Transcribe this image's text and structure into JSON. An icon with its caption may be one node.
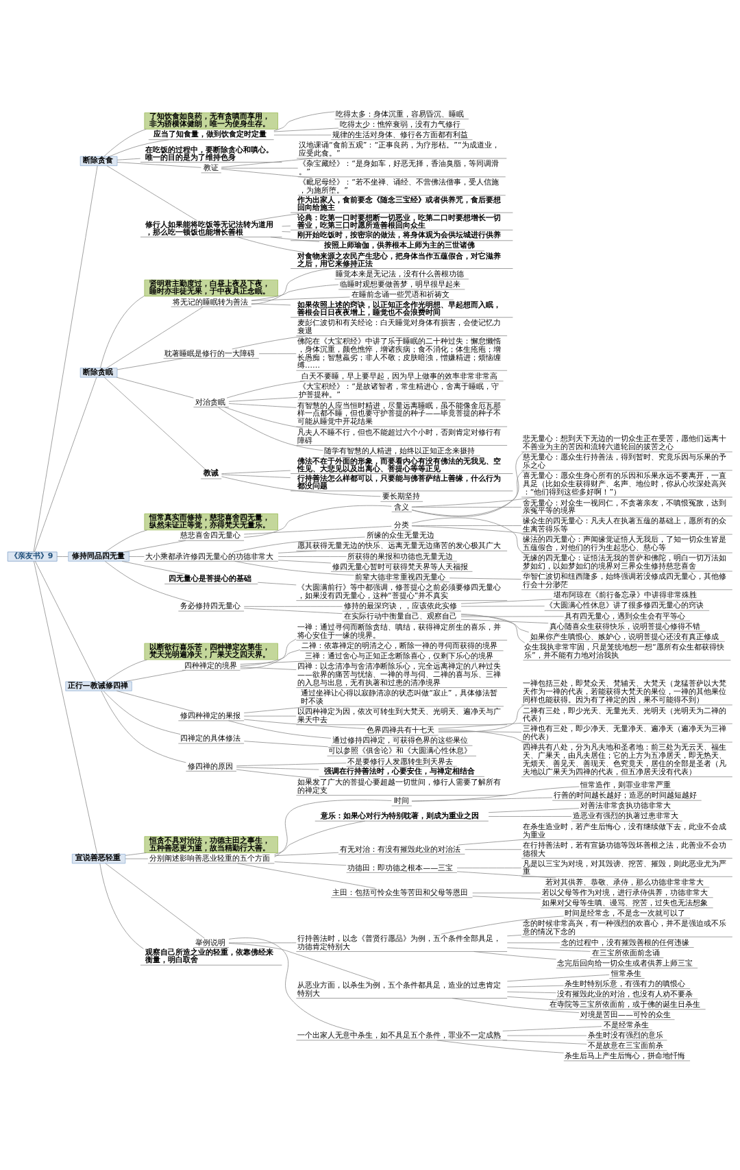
{
  "diagram": {
    "nodes": [
      {
        "text": [
          "《亲友书》9"
        ]
      },
      {
        "text": [
          "断除贪食"
        ]
      },
      {
        "text": [
          "了知饮食如良药，无有贪嗔而享用，非为骄横体健朗，唯一为使身生存。"
        ]
      },
      {
        "text": [
          "应当了知食量，做到饮食定时定量"
        ]
      },
      {
        "text": [
          "吃得太多：身体沉重，容易昏沉、睡眠"
        ]
      },
      {
        "text": [
          "吃得太少：憔悴衰弱，没有力气修行"
        ]
      },
      {
        "text": [
          "规律的生活对身体、修行各方面都有利益"
        ]
      },
      {
        "text": [
          "在吃饭的过程中，要断除贪心和嗔心。唯一的目的是为了维持色身"
        ]
      },
      {
        "text": [
          "教证"
        ]
      },
      {
        "text": [
          "汉地课诵“食前五观”：“正事良药，为疗形枯。”“为成道业，应受此食。”"
        ]
      },
      {
        "text": [
          "《杂宝藏经》：“是身如车，好恶无择，香油臭脂，等同调滑。”"
        ]
      },
      {
        "text": [
          "《毗尼母经》：“若不坐禅、诵经、不营佛法僧事，受人信施，为施所堕。”"
        ]
      },
      {
        "text": [
          "修行人如果能将吃饭等无记法转为道用，那么吃一顿饭也能增长善根"
        ]
      },
      {
        "text": [
          "作为出家人，食前要念《随念三宝经》或者供养咒，食后要想回向给施主"
        ]
      },
      {
        "text": [
          "论典：吃第一口时要想断一切恶业，吃第二口时要想增长一切善业，吃第三口时愿所造善根回向众生"
        ]
      },
      {
        "text": [
          "刚开始吃饭时，按密宗的做法，将身体观为会供坛城进行供养"
        ]
      },
      {
        "text": [
          "按照上师瑜伽，供养根本上师为主的三世诸佛"
        ]
      },
      {
        "text": [
          "对食物来源之农民产生悲心，把身体当作五蕴假合，对它滋养之后，用它来修持正法"
        ]
      },
      {
        "text": [
          "断除贪眠"
        ]
      },
      {
        "text": [
          "贤明君主勤度过，白昼上夜及下夜，睡时亦非徒无果，于中夜具正念眠。"
        ]
      },
      {
        "text": [
          "将无记的睡眠转为善法"
        ]
      },
      {
        "text": [
          "睡觉本来是无记法，没有什么善根功德"
        ]
      },
      {
        "text": [
          "临睡时观想要做善梦，明早很早起来"
        ]
      },
      {
        "text": [
          "在睡前念诵一些咒语和祈祷文"
        ]
      },
      {
        "text": [
          "如果依照上述的窍诀，以正知正念作光明想、早起想而入眠，善根会日日夜夜增上，睡觉也不会浪费时间"
        ]
      },
      {
        "text": [
          "耽著睡眠是修行的一大障碍"
        ]
      },
      {
        "text": [
          "麦彭仁波切和有关经论：白天睡觉对身体有损害，会使记忆力衰退"
        ]
      },
      {
        "text": [
          "佛陀在《大宝积经》中讲了乐于睡眠的二十种过失：懈怠懒惰，身体沉重，颜色憔悴，增诸疾病；食不消化；体生疮疱；增长愚痴；智慧羸劣；非人不敬；皮肤暗浊，憎嫌精进；烦恼缠缚……"
        ]
      },
      {
        "text": [
          "对治贪眠"
        ]
      },
      {
        "text": [
          "白天不要睡，早上要早起，因为早上做事的效率非常非常高"
        ]
      },
      {
        "text": [
          "《大宝积经》：“是故诸智者，常生精进心，舍离于睡眠，守护菩提种。”"
        ]
      },
      {
        "text": [
          "有智慧的人应当恒时精进，尽量远离睡眠，虽不能像金厄瓦那样一点都不睡，但也要守护菩提的种子——毕竟菩提的种子不可能从睡觉中开花结果"
        ]
      },
      {
        "text": [
          "凡夫人不睡不行，但也不能超过六个小时，否则肯定对修行有障碍"
        ]
      },
      {
        "text": [
          "随学有智慧的人精进，始终以正知正念来摄持"
        ]
      },
      {
        "text": [
          "教诫"
        ]
      },
      {
        "text": [
          "佛法不在于外面的形象，而要看内心有没有佛法的无我见、空性见、大悲见以及出离心、菩提心等等正见"
        ]
      },
      {
        "text": [
          "行持善法怎么样都可以，只要能与佛菩萨结上善缘，什么行为都没问题"
        ]
      },
      {
        "text": [
          "要长期坚持"
        ]
      },
      {
        "text": [
          "修持同品四无量"
        ]
      },
      {
        "text": [
          "恒常真实而修持，慈悲喜舍四无量，纵然未证正等觉，亦得梵天无量乐。"
        ]
      },
      {
        "text": [
          "慈悲喜舍四无量心"
        ]
      },
      {
        "text": [
          "含义"
        ]
      },
      {
        "text": [
          "悲无量心：想到天下无边的一切众生正在受苦，愿他们远离十不善业为主的苦因和流转六道轮回的拔苦之心"
        ]
      },
      {
        "text": [
          "慈无量心：愿众生行持善法，得到暂时、究竟乐因与乐果的予乐之心"
        ]
      },
      {
        "text": [
          "喜无量心：愿众生身心所有的乐因和乐果永远不要离开，一直具足（比如众生获得财产、名声、地位时，你从心坎深处高兴：“他们得到这些多好啊！”）"
        ]
      },
      {
        "text": [
          "舍无量心：对众生一视同仁，不贪著亲友，不嗔恨冤敌，达到亲冤平等的境界"
        ]
      },
      {
        "text": [
          "分类"
        ]
      },
      {
        "text": [
          "缘众生的四无量心：凡夫人在执著五蕴的基础上，愿所有的众生离苦得乐等"
        ]
      },
      {
        "text": [
          "缘法的四无量心：声闻缘觉证悟人无我后，了知一切众生皆是五蕴假合，对他们的行为生起悲心、慈心等"
        ]
      },
      {
        "text": [
          "无缘的四无量心：证悟法无我的菩萨和佛陀，明白一切万法如梦如幻，以如梦如幻的境界对三界众生修持慈悲喜舍"
        ]
      },
      {
        "text": [
          "大小乘都承许修四无量心的功德非常大"
        ]
      },
      {
        "text": [
          "所缘的众生无量无边"
        ]
      },
      {
        "text": [
          "愿其获得无量无边的快乐、远离无量无边痛苦的发心极其广大"
        ]
      },
      {
        "text": [
          "所获得的果报和功德也无量无边"
        ]
      },
      {
        "text": [
          "修四无量心暂时可获得梵天界等人天福报"
        ]
      },
      {
        "text": [
          "前辈大德非常重视四无量心"
        ]
      },
      {
        "text": [
          "华智仁波切和纽西隆多，始终强调若没修成四无量心，其他修行会十分渺茫"
        ]
      },
      {
        "text": [
          "四无量心是菩提心的基础"
        ]
      },
      {
        "text": [
          "《大圆满前行》等中都强调，修菩提心之前必须要修四无量心，如果没有四无量心，这种“菩提心”并不真实"
        ]
      },
      {
        "text": [
          "务必修持四无量心"
        ]
      },
      {
        "text": [
          "修持的最深窍诀，，应该依此实修"
        ]
      },
      {
        "text": [
          "堪布阿琼在《前行备忘录》中讲得非常殊胜"
        ]
      },
      {
        "text": [
          "《大圆满心性休息》讲了很多修四无量心的窍诀"
        ]
      },
      {
        "text": [
          "在实际行动中衡量自己、观察自己"
        ]
      },
      {
        "text": [
          "具有四无量心，遇到众生会有平等心"
        ]
      },
      {
        "text": [
          "真心随喜众生获得快乐，说明菩提心修得不错"
        ]
      },
      {
        "text": [
          "如果你产生嗔恨心、嫉妒心，说明菩提心还没有真正修成"
        ]
      },
      {
        "text": [
          "众生我执非常牢固，只是笼统地想一想“愿所有众生都获得快乐”，并不能有力地对治我执"
        ]
      },
      {
        "text": [
          "正行—教诫修四禅"
        ]
      },
      {
        "text": [
          "以断欲行喜乐苦，四种禅定次第生，梵天光明遍净天，广果天之四天界。"
        ]
      },
      {
        "text": [
          "四种禅定的境界"
        ]
      },
      {
        "text": [
          "一禅：通过寻伺而断除贪结、嗔结，获得禅定所生的喜乐，并将心安住于一缘的境界。"
        ]
      },
      {
        "text": [
          "二禅：依靠禅定的明清之心，断除一禅的寻伺而获得的境界"
        ]
      },
      {
        "text": [
          "三禅：通过舍心与正知正念断除喜心，仅剩下乐心的境界"
        ]
      },
      {
        "text": [
          "四禅：以念清净与舍清净断除乐心，完全远离禅定的八种过失——欲界的痛苦与忧恼、一禅的寻与伺、二禅的喜与乐、三禅的入息与出息，无有执著和过患的清净境界"
        ]
      },
      {
        "text": [
          "修四种禅定的果报"
        ]
      },
      {
        "text": [
          "通过坐禅让心得以寂静清凉的状态叫做“寂止”，具体修法暂时不谈"
        ]
      },
      {
        "text": [
          "以四种禅定为因，依次可转生到大梵天、光明天、遍净天与广果天中去"
        ]
      },
      {
        "text": [
          "色界四禅共有十七天"
        ]
      },
      {
        "text": [
          "一禅包括三处，即梵众天、梵辅天、大梵天（龙猛菩萨以大梵天作为一禅的代表，若能获得大梵天的果位，一禅的其他果位同样也能获得。因为有了禅定的因，果不可能得不到）"
        ]
      },
      {
        "text": [
          "二禅有三处，即少光天、无量光天、光明天（光明天为二禅的代表）"
        ]
      },
      {
        "text": [
          "三禅也有三处，即少净天、无量净天、遍净天（遍净天为三禅的代表）"
        ]
      },
      {
        "text": [
          "四禅共有八处，分为凡夫地和圣者地：前三处为无云天、福生天、广果天，由凡夫居住；它的上方为五净居天，即无热天、无烦天、善见天、善现天、色究竟天，居住的全部是圣者（凡夫地以广果天为四禅的代表，但五净居天没有代表）"
        ]
      },
      {
        "text": [
          "通过修持四禅定，可获得色界的这些果位"
        ]
      },
      {
        "text": [
          "四禅定的具体修法"
        ]
      },
      {
        "text": [
          "可以参照《俱舍论》和《大圆满心性休息》"
        ]
      },
      {
        "text": [
          "修四禅的原因"
        ]
      },
      {
        "text": [
          "不是要修行人发愿转生到天界去"
        ]
      },
      {
        "text": [
          "强调在行持善法时，心要安住，与禅定相结合"
        ]
      },
      {
        "text": [
          "如果发了广大的菩提心要超越一切世间，修行人需要了解所有的禅定支"
        ]
      },
      {
        "text": [
          "宣说善恶轻重"
        ]
      },
      {
        "text": [
          "恒贪不具对治法，功德主田之事生，五种善恶更为重，故当精勤行大善。"
        ]
      },
      {
        "text": [
          "分别阐述影响善恶业轻重的五个方面"
        ]
      },
      {
        "text": [
          "时间"
        ]
      },
      {
        "text": [
          "恒常造作，则罪业非常严重"
        ]
      },
      {
        "text": [
          "行善的时间越长越好；造恶的时间越短越好"
        ]
      },
      {
        "text": [
          "意乐：如果心对行为特别耽著，则成为重业之因"
        ]
      },
      {
        "text": [
          "对善法非常贪执功德非常大"
        ]
      },
      {
        "text": [
          "造恶业有强烈的执著过患非常大"
        ]
      },
      {
        "text": [
          "有无对治：有没有摧毁此业的对治法"
        ]
      },
      {
        "text": [
          "在杀生造业时，若产生后悔心，没有继续做下去，此业不会成为重业"
        ]
      },
      {
        "text": [
          "在行持善法时，若有宣扬功德等毁坏善根之法，此善业不会功德很大"
        ]
      },
      {
        "text": [
          "功德田：即功德之根本——三宝"
        ]
      },
      {
        "text": [
          "凡是以三宝为对境，对其毁谤、挖苦、摧毁，则此恶业尤为严重"
        ]
      },
      {
        "text": [
          "若对其供养、恭敬、承侍，那么功德非常非常大"
        ]
      },
      {
        "text": [
          "主田：包括可怜众生等苦田和父母等恩田"
        ]
      },
      {
        "text": [
          "若以父母等作为对境，进行承侍供养，功德非常大"
        ]
      },
      {
        "text": [
          "如果对父母等生嗔、谩骂、挖苦，过失也无法想象"
        ]
      },
      {
        "text": [
          "举例说明"
        ]
      },
      {
        "text": [
          "行持善法时，以念《普贤行愿品》为例，五个条件全部具足，功德肯定特别大"
        ]
      },
      {
        "text": [
          "时间是经常念，不是念一次就可以了"
        ]
      },
      {
        "text": [
          "念的时候非常高兴，有一种强烈的欢喜心，并不是强迫或不乐意的情况下念的"
        ]
      },
      {
        "text": [
          "念的过程中，没有摧毁善根的任何违缘"
        ]
      },
      {
        "text": [
          "在三宝所依面前念诵"
        ]
      },
      {
        "text": [
          "念完后回向给一切众生或者供养上师三宝"
        ]
      },
      {
        "text": [
          "从恶业方面，以杀生为例，五个条件都具足，造业的过患肯定特别大"
        ]
      },
      {
        "text": [
          "恒常杀生"
        ]
      },
      {
        "text": [
          "杀生时特别乐意，有强有力的嗔恨心"
        ]
      },
      {
        "text": [
          "没有摧毁此业的对治，也没有人劝不要杀"
        ]
      },
      {
        "text": [
          "在寺院等三宝所依面前，或于佛的诞生日杀生"
        ]
      },
      {
        "text": [
          "对境是苦田——可怜的众生"
        ]
      },
      {
        "text": [
          "一个出家人无意中杀生，如不具足五个条件，罪业不一定成熟"
        ]
      },
      {
        "text": [
          "不是经常杀生"
        ]
      },
      {
        "text": [
          "杀生时没有强烈的意乐"
        ]
      },
      {
        "text": [
          "不是故意在三宝面前杀"
        ]
      },
      {
        "text": [
          "杀生后马上产生后悔心，拼命地忏悔"
        ]
      },
      {
        "text": [
          "观察自己所造之业的轻重，依靠佛经来衡量，明白取舍"
        ]
      }
    ],
    "edges": [
      {
        "from": 0,
        "to": 1,
        "arrow": "none"
      },
      {
        "from": 1,
        "to": 2,
        "arrow": "none"
      },
      {
        "from": 1,
        "to": 3,
        "arrow": "none"
      },
      {
        "from": 3,
        "to": 4,
        "arrow": "none"
      },
      {
        "from": 3,
        "to": 5,
        "arrow": "none"
      },
      {
        "from": 3,
        "to": 6,
        "arrow": "none"
      },
      {
        "from": 1,
        "to": 7,
        "arrow": "none"
      },
      {
        "from": 1,
        "to": 8,
        "arrow": "none"
      },
      {
        "from": 8,
        "to": 9,
        "arrow": "none"
      },
      {
        "from": 8,
        "to": 10,
        "arrow": "none"
      },
      {
        "from": 8,
        "to": 11,
        "arrow": "none"
      },
      {
        "from": 1,
        "to": 12,
        "arrow": "none"
      },
      {
        "from": 12,
        "to": 13,
        "arrow": "none"
      },
      {
        "from": 12,
        "to": 14,
        "arrow": "none"
      },
      {
        "from": 12,
        "to": 15,
        "arrow": "none"
      },
      {
        "from": 12,
        "to": 16,
        "arrow": "none"
      },
      {
        "from": 12,
        "to": 17,
        "arrow": "none"
      },
      {
        "from": 0,
        "to": 18,
        "arrow": "none"
      },
      {
        "from": 18,
        "to": 19,
        "arrow": "none"
      },
      {
        "from": 18,
        "to": 20,
        "arrow": "none"
      },
      {
        "from": 20,
        "to": 21,
        "arrow": "none"
      },
      {
        "from": 20,
        "to": 22,
        "arrow": "none"
      },
      {
        "from": 20,
        "to": 23,
        "arrow": "none"
      },
      {
        "from": 20,
        "to": 24,
        "arrow": "none"
      },
      {
        "from": 18,
        "to": 25,
        "arrow": "none"
      },
      {
        "from": 25,
        "to": 26,
        "arrow": "none"
      },
      {
        "from": 25,
        "to": 27,
        "arrow": "none"
      },
      {
        "from": 18,
        "to": 28,
        "arrow": "none"
      },
      {
        "from": 28,
        "to": 29,
        "arrow": "none"
      },
      {
        "from": 28,
        "to": 30,
        "arrow": "none"
      },
      {
        "from": 28,
        "to": 31,
        "arrow": "none"
      },
      {
        "from": 28,
        "to": 32,
        "arrow": "none"
      },
      {
        "from": 28,
        "to": 33,
        "arrow": "none"
      },
      {
        "from": 18,
        "to": 34,
        "arrow": "none"
      },
      {
        "from": 34,
        "to": 35,
        "arrow": "none"
      },
      {
        "from": 34,
        "to": 36,
        "arrow": "none"
      },
      {
        "from": 34,
        "to": 37,
        "arrow": "none"
      },
      {
        "from": 0,
        "to": 38,
        "arrow": "none"
      },
      {
        "from": 38,
        "to": 39,
        "arrow": "none"
      },
      {
        "from": 38,
        "to": 40,
        "arrow": "none"
      },
      {
        "from": 40,
        "to": 41,
        "arrow": "none"
      },
      {
        "from": 41,
        "to": 42,
        "arrow": "none"
      },
      {
        "from": 41,
        "to": 43,
        "arrow": "none"
      },
      {
        "from": 41,
        "to": 44,
        "arrow": "none"
      },
      {
        "from": 41,
        "to": 45,
        "arrow": "none"
      },
      {
        "from": 40,
        "to": 46,
        "arrow": "none"
      },
      {
        "from": 46,
        "to": 47,
        "arrow": "none"
      },
      {
        "from": 46,
        "to": 48,
        "arrow": "none"
      },
      {
        "from": 46,
        "to": 49,
        "arrow": "none"
      },
      {
        "from": 38,
        "to": 50,
        "arrow": "none"
      },
      {
        "from": 50,
        "to": 51,
        "arrow": "none"
      },
      {
        "from": 50,
        "to": 52,
        "arrow": "none"
      },
      {
        "from": 50,
        "to": 53,
        "arrow": "none"
      },
      {
        "from": 50,
        "to": 54,
        "arrow": "none"
      },
      {
        "from": 50,
        "to": 55,
        "arrow": "none"
      },
      {
        "from": 55,
        "to": 56,
        "arrow": "none"
      },
      {
        "from": 38,
        "to": 57,
        "arrow": "none"
      },
      {
        "from": 57,
        "to": 58,
        "arrow": "none"
      },
      {
        "from": 38,
        "to": 59,
        "arrow": "none"
      },
      {
        "from": 59,
        "to": 60,
        "arrow": "none"
      },
      {
        "from": 60,
        "to": 61,
        "arrow": "none"
      },
      {
        "from": 60,
        "to": 62,
        "arrow": "none"
      },
      {
        "from": 59,
        "to": 63,
        "arrow": "none"
      },
      {
        "from": 63,
        "to": 64,
        "arrow": "none"
      },
      {
        "from": 63,
        "to": 65,
        "arrow": "none"
      },
      {
        "from": 63,
        "to": 66,
        "arrow": "none"
      },
      {
        "from": 63,
        "to": 67,
        "arrow": "none"
      },
      {
        "from": 0,
        "to": 68,
        "arrow": "none"
      },
      {
        "from": 68,
        "to": 69,
        "arrow": "none"
      },
      {
        "from": 68,
        "to": 70,
        "arrow": "none"
      },
      {
        "from": 70,
        "to": 71,
        "arrow": "none"
      },
      {
        "from": 70,
        "to": 72,
        "arrow": "none"
      },
      {
        "from": 70,
        "to": 73,
        "arrow": "none"
      },
      {
        "from": 70,
        "to": 74,
        "arrow": "none"
      },
      {
        "from": 68,
        "to": 75,
        "arrow": "none"
      },
      {
        "from": 75,
        "to": 76,
        "arrow": "none"
      },
      {
        "from": 75,
        "to": 77,
        "arrow": "none"
      },
      {
        "from": 75,
        "to": 78,
        "arrow": "none"
      },
      {
        "from": 78,
        "to": 79,
        "arrow": "none"
      },
      {
        "from": 78,
        "to": 80,
        "arrow": "none"
      },
      {
        "from": 78,
        "to": 81,
        "arrow": "none"
      },
      {
        "from": 78,
        "to": 82,
        "arrow": "none"
      },
      {
        "from": 75,
        "to": 83,
        "arrow": "none"
      },
      {
        "from": 68,
        "to": 84,
        "arrow": "none"
      },
      {
        "from": 84,
        "to": 85,
        "arrow": "none"
      },
      {
        "from": 68,
        "to": 86,
        "arrow": "none"
      },
      {
        "from": 86,
        "to": 87,
        "arrow": "none"
      },
      {
        "from": 86,
        "to": 88,
        "arrow": "none"
      },
      {
        "from": 86,
        "to": 89,
        "arrow": "none"
      },
      {
        "from": 0,
        "to": 90,
        "arrow": "none"
      },
      {
        "from": 90,
        "to": 91,
        "arrow": "none"
      },
      {
        "from": 90,
        "to": 92,
        "arrow": "none"
      },
      {
        "from": 92,
        "to": 93,
        "arrow": "none"
      },
      {
        "from": 93,
        "to": 94,
        "arrow": "none"
      },
      {
        "from": 93,
        "to": 95,
        "arrow": "none"
      },
      {
        "from": 92,
        "to": 96,
        "arrow": "none"
      },
      {
        "from": 96,
        "to": 97,
        "arrow": "none"
      },
      {
        "from": 96,
        "to": 98,
        "arrow": "none"
      },
      {
        "from": 92,
        "to": 99,
        "arrow": "none"
      },
      {
        "from": 99,
        "to": 100,
        "arrow": "none"
      },
      {
        "from": 99,
        "to": 101,
        "arrow": "none"
      },
      {
        "from": 92,
        "to": 102,
        "arrow": "none"
      },
      {
        "from": 102,
        "to": 103,
        "arrow": "none"
      },
      {
        "from": 102,
        "to": 104,
        "arrow": "none"
      },
      {
        "from": 92,
        "to": 105,
        "arrow": "none"
      },
      {
        "from": 105,
        "to": 106,
        "arrow": "none"
      },
      {
        "from": 105,
        "to": 107,
        "arrow": "none"
      },
      {
        "from": 90,
        "to": 108,
        "arrow": "none"
      },
      {
        "from": 108,
        "to": 109,
        "arrow": "none"
      },
      {
        "from": 109,
        "to": 110,
        "arrow": "none"
      },
      {
        "from": 109,
        "to": 111,
        "arrow": "none"
      },
      {
        "from": 109,
        "to": 112,
        "arrow": "none"
      },
      {
        "from": 109,
        "to": 113,
        "arrow": "none"
      },
      {
        "from": 109,
        "to": 114,
        "arrow": "none"
      },
      {
        "from": 108,
        "to": 115,
        "arrow": "none"
      },
      {
        "from": 115,
        "to": 116,
        "arrow": "none"
      },
      {
        "from": 115,
        "to": 117,
        "arrow": "none"
      },
      {
        "from": 115,
        "to": 118,
        "arrow": "none"
      },
      {
        "from": 115,
        "to": 119,
        "arrow": "none"
      },
      {
        "from": 115,
        "to": 120,
        "arrow": "none"
      },
      {
        "from": 108,
        "to": 121,
        "arrow": "none"
      },
      {
        "from": 121,
        "to": 122,
        "arrow": "none"
      },
      {
        "from": 121,
        "to": 123,
        "arrow": "none"
      },
      {
        "from": 121,
        "to": 124,
        "arrow": "none"
      },
      {
        "from": 121,
        "to": 125,
        "arrow": "none"
      },
      {
        "from": 90,
        "to": 126,
        "arrow": "none"
      }
    ]
  }
}
